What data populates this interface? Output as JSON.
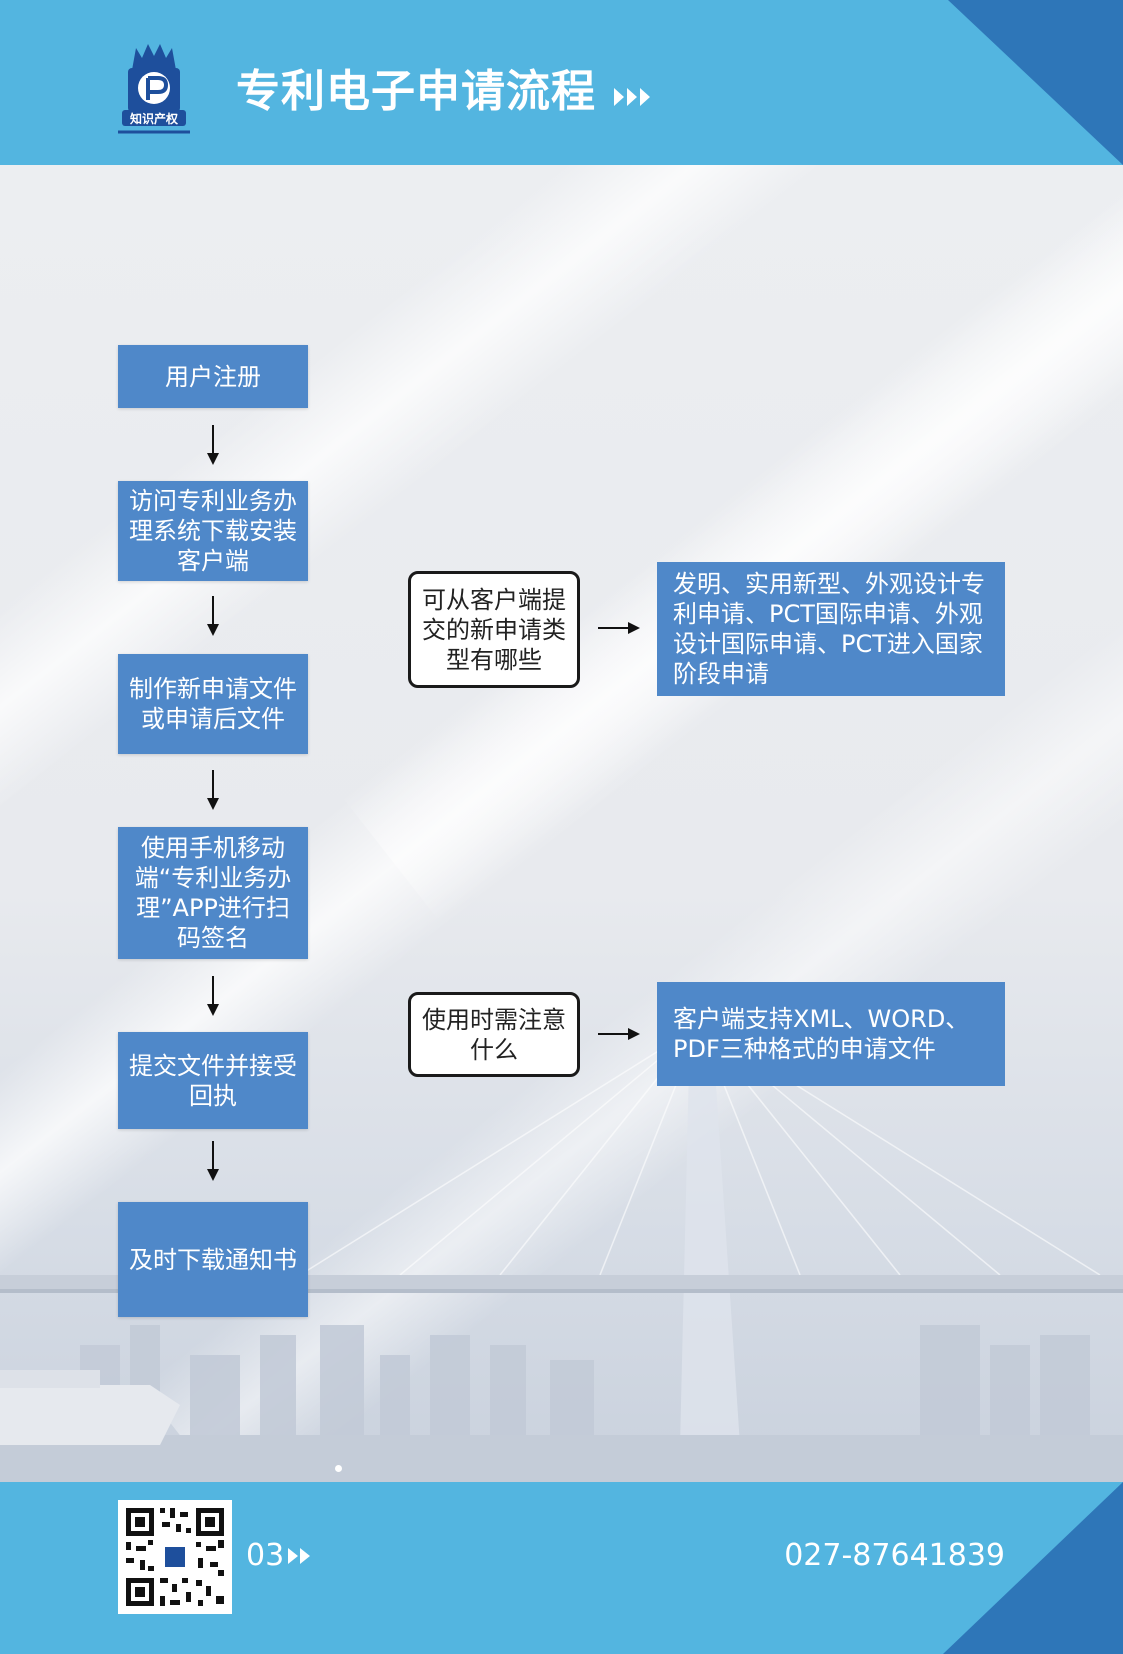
{
  "header": {
    "title": "专利电子申请流程",
    "logo_text": "知识产权"
  },
  "flow": {
    "steps": [
      "用户注册",
      "访问专利业务办理系统下载安装客户端",
      "制作新申请文件或申请后文件",
      "使用手机移动端“专利业务办理”APP进行扫码签名",
      "提交文件并接受回执",
      "及时下载通知书"
    ],
    "questions": [
      {
        "question": "可从客户端提交的新申请类型有哪些",
        "answer": "发明、实用新型、外观设计专利申请、PCT国际申请、外观设计国际申请、PCT进入国家阶段申请"
      },
      {
        "question": "使用时需注意什么",
        "answer": "客户端支持XML、WORD、PDF三种格式的申请文件"
      }
    ]
  },
  "footer": {
    "page_number": "03",
    "phone": "027-87641839"
  },
  "colors": {
    "header_blue": "#53b5e0",
    "corner_blue": "#2e76b8",
    "box_blue": "#4f88c9"
  }
}
